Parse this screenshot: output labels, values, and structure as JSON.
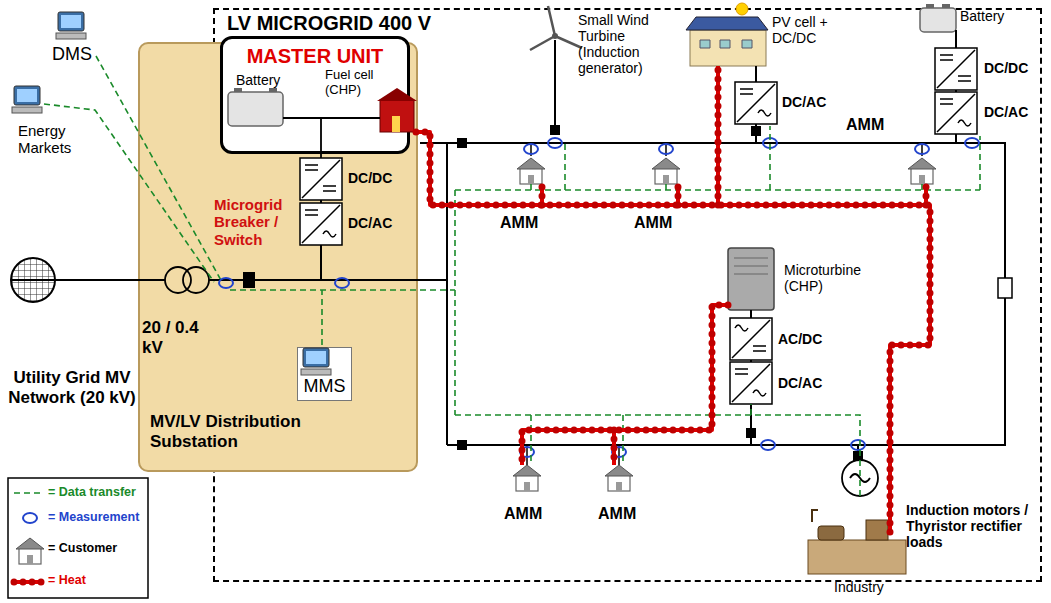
{
  "diagram": {
    "nodes": [
      {
        "text": [
          "LV MICROGRID 400 V"
        ]
      },
      {
        "text": [
          "MV/LV Distribution Substation"
        ]
      },
      {
        "text": [
          "MASTER UNIT"
        ],
        "in": 1
      },
      {
        "text": [
          "MMS"
        ],
        "in": 1
      }
    ],
    "labels": [
      "DMS",
      "Energy Markets",
      "Battery",
      "Fuel cell (CHP)",
      "DC/DC",
      "DC/AC",
      "Microgrid Breaker / Switch",
      "20 / 0.4 kV",
      "Utility Grid MV Network (20 kV)",
      "Small Wind Turbine (Induction generator)",
      "PV cell + DC/DC",
      "DC/AC",
      "Battery",
      "DC/DC",
      "DC/AC",
      "AMM",
      "AMM",
      "AMM",
      "Microturbine (CHP)",
      "AC/DC",
      "DC/AC",
      "AMM",
      "AMM",
      "Induction motors / Thyristor rectifier loads",
      "Industry"
    ],
    "legend": [
      {
        "text": "= Data transfer"
      },
      {
        "text": "= Measurement"
      },
      {
        "text": "= Customer"
      },
      {
        "text": "= Heat"
      }
    ]
  }
}
